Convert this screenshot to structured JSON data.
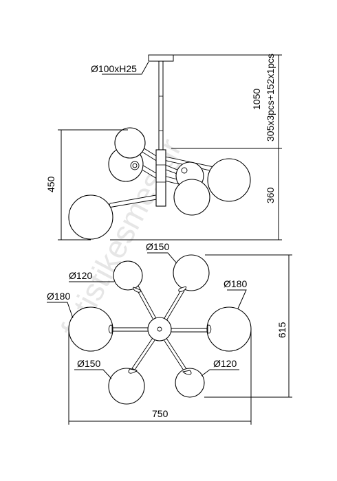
{
  "watermark": "fotistikesmes.gr",
  "side_view": {
    "canopy_label": "Ø100xH25",
    "total_height_label": "1050",
    "rod_segments_label": "305x3pcs+152x1pcs",
    "globe_spread_height_label": "450",
    "lower_height_label": "360"
  },
  "top_view": {
    "globe_labels": [
      "Ø150",
      "Ø120",
      "Ø180",
      "Ø180",
      "Ø150",
      "Ø120"
    ],
    "depth_label": "615",
    "width_label": "750"
  }
}
